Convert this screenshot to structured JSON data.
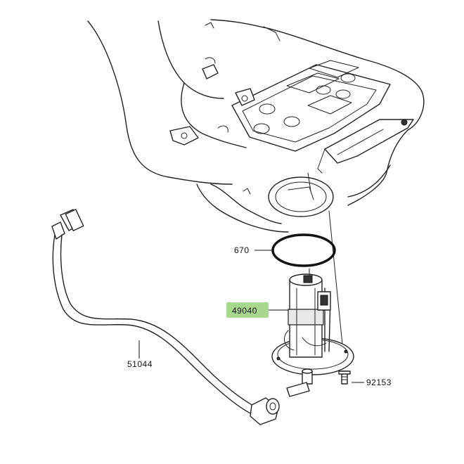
{
  "diagram": {
    "highlight_color": "#a8d88f",
    "parts": [
      {
        "id": "oring",
        "number": "670"
      },
      {
        "id": "fuel-pump",
        "number": "49040",
        "highlighted": true
      },
      {
        "id": "fuel-hose",
        "number": "51044"
      },
      {
        "id": "bolt",
        "number": "92153"
      }
    ]
  }
}
